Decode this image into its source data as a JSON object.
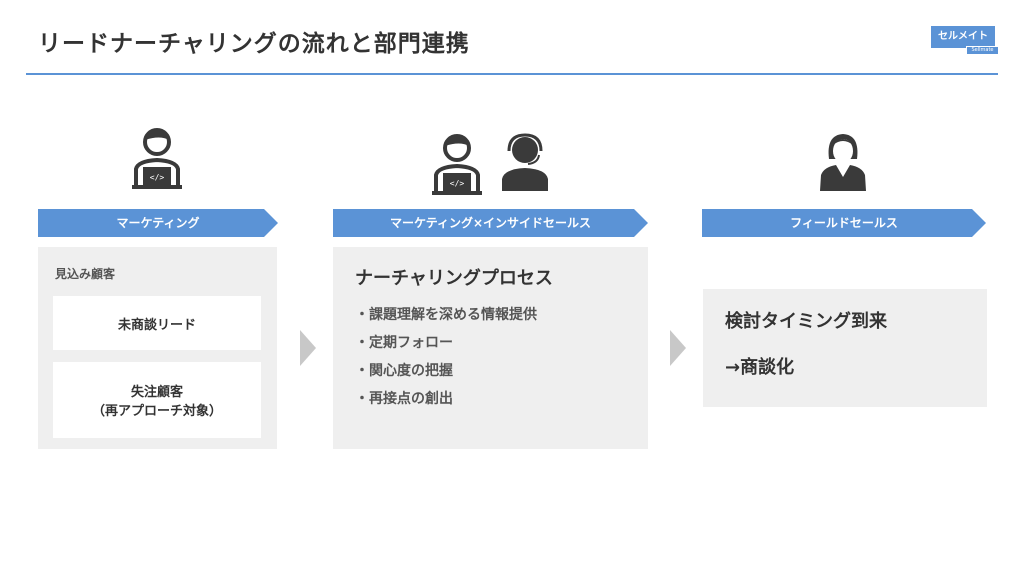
{
  "title": "リードナーチャリングの流れと部門連携",
  "logo": {
    "text": "セルメイト",
    "sub": "Sellmate"
  },
  "columns": [
    {
      "banner": "マーケティング",
      "label": "見込み顧客",
      "cards": [
        "未商談リード",
        "失注顧客",
        "（再アプローチ対象）"
      ]
    },
    {
      "banner": "マーケティング×インサイドセールス",
      "heading": "ナーチャリングプロセス",
      "bullets": [
        "・課題理解を深める情報提供",
        "・定期フォロー",
        "・関心度の把握",
        "・再接点の創出"
      ]
    },
    {
      "banner": "フィールドセールス",
      "lines": [
        "検討タイミング到来",
        "→商談化"
      ]
    }
  ]
}
